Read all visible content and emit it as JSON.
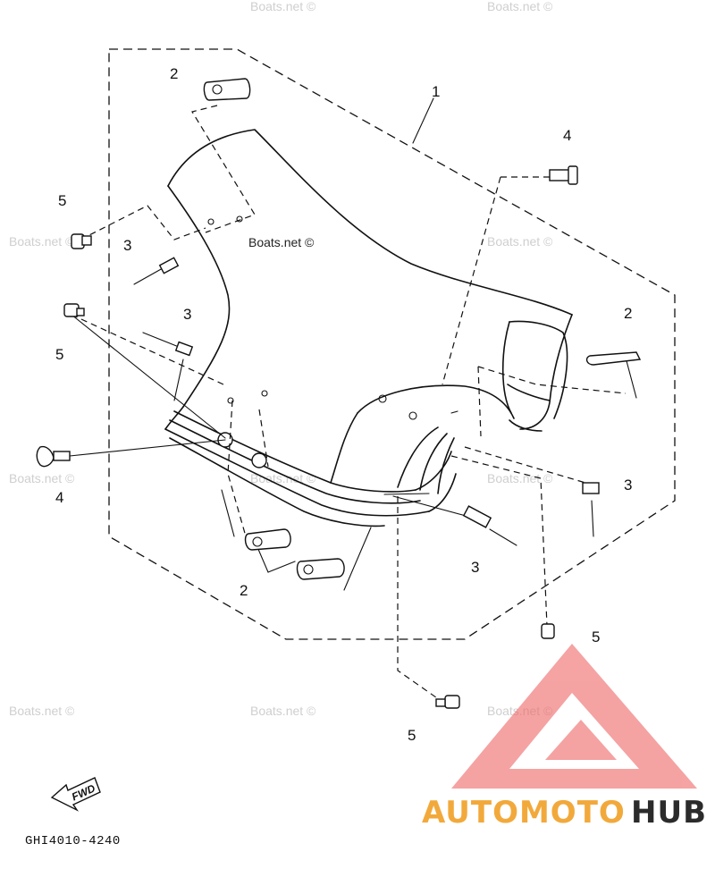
{
  "diagram": {
    "callouts": {
      "part1": "1",
      "part2_top": "2",
      "part2_right": "2",
      "part2_bottom": "2",
      "part3_a": "3",
      "part3_b": "3",
      "part3_right": "3",
      "part3_bottom": "3",
      "part4_top": "4",
      "part4_left": "4",
      "part5_a": "5",
      "part5_b": "5",
      "part5_right": "5",
      "part5_bottom": "5"
    },
    "direction_label": "FWD",
    "diagram_code": "GHI4010-4240"
  },
  "watermarks": {
    "text": "Boats.net ©",
    "inline_text": "Boats.net ©"
  },
  "brand": {
    "part1": "AUTOMOTO",
    "part2": "HUB",
    "colors": {
      "accent": "#f2a93b",
      "dark": "#2b2b2b",
      "logo": "#ef6a6a"
    }
  }
}
